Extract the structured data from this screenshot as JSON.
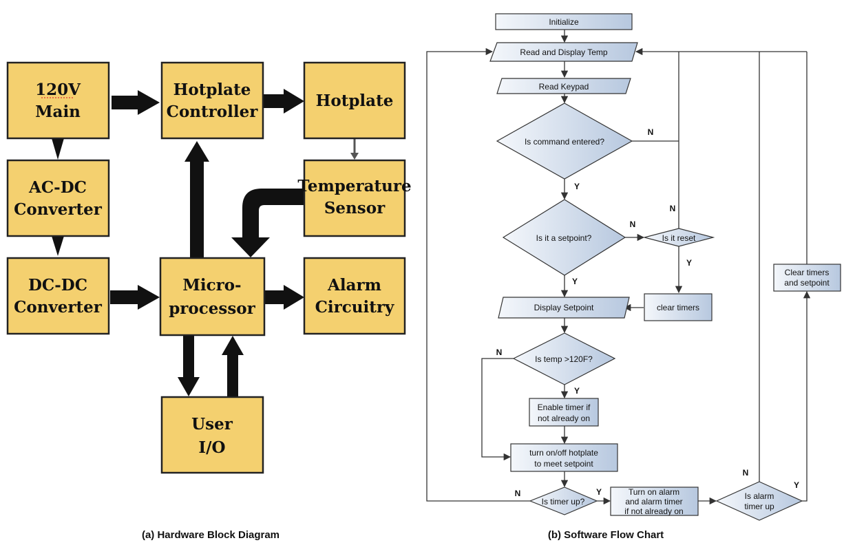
{
  "hardware": {
    "caption": "(a) Hardware Block Diagram",
    "blocks": {
      "main": [
        "120V",
        "Main"
      ],
      "controller": [
        "Hotplate",
        "Controller"
      ],
      "hotplate": [
        "Hotplate"
      ],
      "acdc": [
        "AC-DC",
        "Converter"
      ],
      "sensor": [
        "Temperature",
        "Sensor"
      ],
      "dcdc": [
        "DC-DC",
        "Converter"
      ],
      "micro": [
        "Micro-",
        "processor"
      ],
      "alarm": [
        "Alarm",
        "Circuitry"
      ],
      "userio": [
        "User",
        "I/O"
      ]
    }
  },
  "software": {
    "caption": "(b) Software Flow Chart",
    "nodes": {
      "initialize": "Initialize",
      "read_display": "Read and Display Temp",
      "read_keypad": "Read Keypad",
      "cmd_entered": "Is command entered?",
      "setpoint_q": "Is it a setpoint?",
      "reset_q": "Is it reset",
      "display_setpoint": "Display Setpoint",
      "clear_timers": "clear timers",
      "temp_q": "Is temp >120F?",
      "enable_timer": [
        "Enable timer if",
        "not already on"
      ],
      "turn_hotplate": [
        "turn on/off hotplate",
        "to meet setpoint"
      ],
      "timer_q": "Is timer up?",
      "turn_alarm": [
        "Turn on alarm",
        "and alarm timer",
        "if not already on"
      ],
      "alarm_timer_q": [
        "Is alarm",
        "timer up"
      ],
      "clear_timers_setpoint": [
        "Clear timers",
        "and setpoint"
      ]
    },
    "labels": {
      "yes": "Y",
      "no": "N"
    }
  },
  "colors": {
    "block_fill": "#f4d06f",
    "flow_fill": "#dce6f2"
  }
}
